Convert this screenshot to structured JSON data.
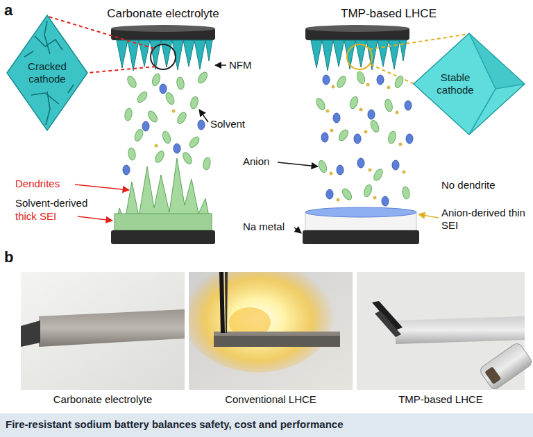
{
  "diagram": {
    "caption": "Fire-resistant sodium battery balances safety, cost and performance",
    "nodes": [
      {
        "text": [
          "Cracked cathode"
        ]
      },
      {
        "text": [
          "Stable cathode"
        ]
      }
    ],
    "labels": [
      "a",
      "Carbonate electrolyte",
      "TMP-based LHCE",
      "NFM",
      "Solvent",
      "Anion",
      "Dendrites",
      "Solvent-derived",
      "thick SEI",
      "No dendrite",
      "Na metal",
      "Anion-derived thin SEI",
      "b",
      "Carbonate electrolyte",
      "Conventional LHCE",
      "TMP-based LHCE"
    ]
  }
}
